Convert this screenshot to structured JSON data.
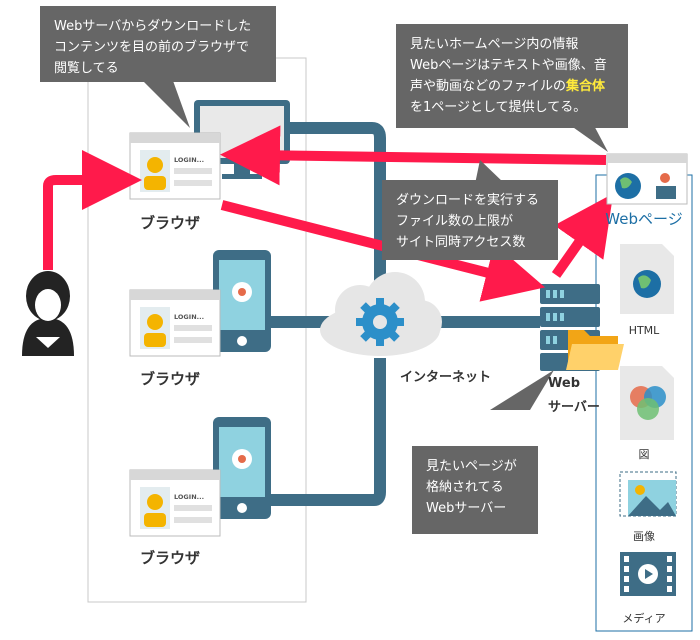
{
  "callouts": {
    "browser_view": [
      "Webサーバからダウンロードした",
      "コンテンツを目の前のブラウザで",
      "閲覧してる"
    ],
    "webpage_info": {
      "line1": "見たいホームページ内の情報",
      "line2": "Webページはテキストや画像、音",
      "line3_pre": "声や動画などのファイルの",
      "line3_highlight": "集合体",
      "line4": "を1ページとして提供してる。"
    },
    "download_limit": [
      "ダウンロードを実行する",
      "ファイル数の上限が",
      "サイト同時アクセス数"
    ],
    "web_server": [
      "見たいページが",
      "格納されてる",
      "Webサーバー"
    ]
  },
  "labels": {
    "browser_1": "ブラウザ",
    "browser_2": "ブラウザ",
    "browser_3": "ブラウザ",
    "internet": "インターネット",
    "web_server_line1": "Web",
    "web_server_line2": "サーバー",
    "login": "LOGIN...",
    "webpage": "Webページ",
    "html": "HTML",
    "figure": "図",
    "image": "画像",
    "media": "メディア"
  },
  "colors": {
    "arrow_red": "#ff1a4b",
    "network_line": "#3e6d86",
    "callout_bg": "#666666",
    "highlight": "#ffea3b",
    "accent_blue": "#1d6fa5"
  }
}
